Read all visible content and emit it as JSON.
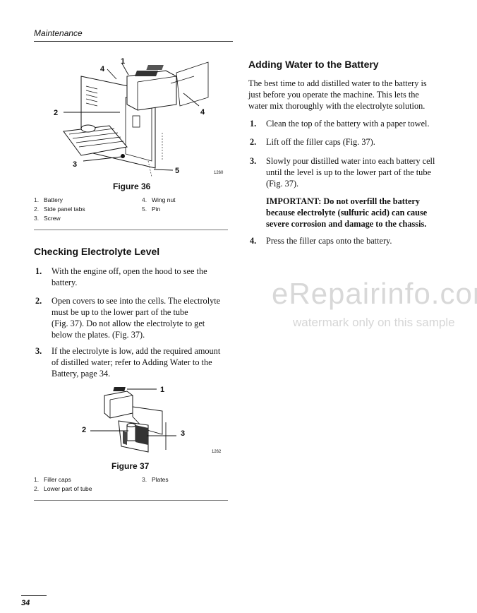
{
  "header": {
    "section": "Maintenance"
  },
  "figure36": {
    "title": "Figure 36",
    "code": "1260",
    "callouts": [
      "1",
      "2",
      "3",
      "4",
      "4",
      "5"
    ],
    "legend": [
      {
        "num": "1.",
        "text": "Battery"
      },
      {
        "num": "2.",
        "text": "Side panel tabs"
      },
      {
        "num": "3.",
        "text": "Screw"
      },
      {
        "num": "4.",
        "text": "Wing nut"
      },
      {
        "num": "5.",
        "text": "Pin"
      }
    ]
  },
  "electrolyte": {
    "heading": "Checking Electrolyte Level",
    "steps": [
      {
        "num": "1.",
        "lines": [
          "With the engine off, open the hood to see the",
          "battery."
        ]
      },
      {
        "num": "2.",
        "lines": [
          "Open covers to see into the cells. The electrolyte",
          "must be up to the lower part of the tube",
          "(Fig. 37). Do not allow the electrolyte to get",
          "below the plates. (Fig. 37)."
        ]
      },
      {
        "num": "3.",
        "lines": [
          "If the electrolyte is low, add the required amount",
          "of distilled water; refer to Adding Water to the",
          "Battery, page 34."
        ]
      }
    ]
  },
  "figure37": {
    "title": "Figure 37",
    "code": "1262",
    "callouts": [
      "1",
      "2",
      "3"
    ],
    "legend": [
      {
        "num": "1.",
        "text": "Filler caps"
      },
      {
        "num": "2.",
        "text": "Lower part of tube"
      },
      {
        "num": "3.",
        "text": "Plates"
      }
    ]
  },
  "water": {
    "heading": "Adding Water to the Battery",
    "intro": [
      "The best time to add distilled water to the battery is",
      "just before you operate the machine. This lets the",
      "water mix thoroughly with the electrolyte solution."
    ],
    "steps": [
      {
        "num": "1.",
        "lines": [
          "Clean the top of the battery with a paper towel."
        ]
      },
      {
        "num": "2.",
        "lines": [
          "Lift off the filler caps (Fig. 37)."
        ]
      },
      {
        "num": "3.",
        "lines": [
          "Slowly pour distilled water into each battery cell",
          "until the level is up to the lower part of the tube",
          "(Fig. 37)."
        ]
      },
      {
        "num": "4.",
        "lines": [
          "Press the filler caps onto the battery."
        ]
      }
    ],
    "important": [
      "IMPORTANT: Do not overfill the battery",
      "because electrolyte (sulfuric acid) can cause",
      "severe corrosion and damage to the chassis."
    ]
  },
  "watermark": {
    "main": "eRepairinfo.com",
    "sub": "watermark only on this sample"
  },
  "footer": {
    "page": "34"
  }
}
